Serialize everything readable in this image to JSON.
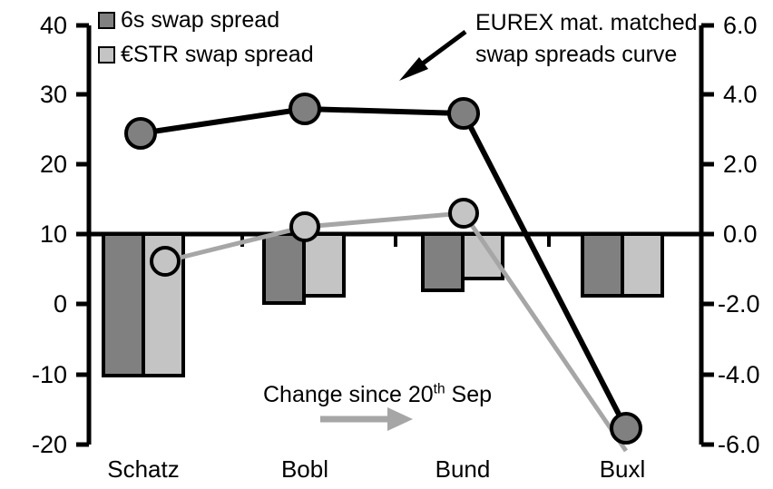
{
  "chart_data": {
    "type": "bar",
    "title": "",
    "categories": [
      "Schatz",
      "Bobl",
      "Bund",
      "Buxl"
    ],
    "series": [
      {
        "name": "6s swap spread",
        "axis": "right",
        "color": "#808080",
        "values": [
          -4.0,
          -1.9,
          -1.35,
          -1.1
        ]
      },
      {
        "name": "€STR swap spread",
        "axis": "right",
        "color": "#c4c4c4",
        "values": [
          -4.0,
          -1.75,
          -1.15,
          -1.1
        ]
      },
      {
        "name": "EUREX mat. matched swap spreads curve",
        "axis": "left",
        "type": "line",
        "color": "#000000",
        "values": [
          24.5,
          28.0,
          27.3,
          -17.7
        ]
      },
      {
        "name": "Change since 20th Sep",
        "axis": "left",
        "type": "line",
        "color": "#a6a6a6",
        "values": [
          6.1,
          10.6,
          12.7,
          -23.0
        ]
      }
    ],
    "left_axis": {
      "ticks": [
        "40",
        "30",
        "20",
        "10",
        "0",
        "-10",
        "-20"
      ],
      "values": [
        40,
        30,
        20,
        10,
        0,
        -10,
        -20
      ],
      "ylim": [
        -20,
        40
      ]
    },
    "right_axis": {
      "ticks": [
        "6.0",
        "4.0",
        "2.0",
        "0.0",
        "-2.0",
        "-4.0",
        "-6.0"
      ],
      "values": [
        6.0,
        4.0,
        2.0,
        0.0,
        -2.0,
        -4.0,
        -6.0
      ],
      "ylim": [
        -6.0,
        6.0
      ]
    },
    "xlabel": "",
    "ylabel": "",
    "grid": false,
    "legend_position": "top-left",
    "annotations": [
      {
        "text_line1": "EUREX mat. matched",
        "text_line2": "swap spreads curve"
      },
      {
        "text": "Change since 20",
        "sup": "th",
        "text_tail": " Sep"
      }
    ]
  },
  "legend": {
    "items": [
      {
        "label": "6s swap spread",
        "color": "#808080"
      },
      {
        "label": "€STR swap spread",
        "color": "#c4c4c4"
      }
    ]
  },
  "axes": {
    "left_ticks": [
      "40",
      "30",
      "20",
      "10",
      "0",
      "-10",
      "-20"
    ],
    "right_ticks": [
      "6.0",
      "4.0",
      "2.0",
      "0.0",
      "-2.0",
      "-4.0",
      "-6.0"
    ]
  },
  "categories": [
    "Schatz",
    "Bobl",
    "Bund",
    "Buxl"
  ],
  "annotation": {
    "curve_line1": "EUREX mat. matched",
    "curve_line2": "swap spreads curve",
    "change_head": "Change since 20",
    "change_sup": "th",
    "change_tail": " Sep"
  }
}
